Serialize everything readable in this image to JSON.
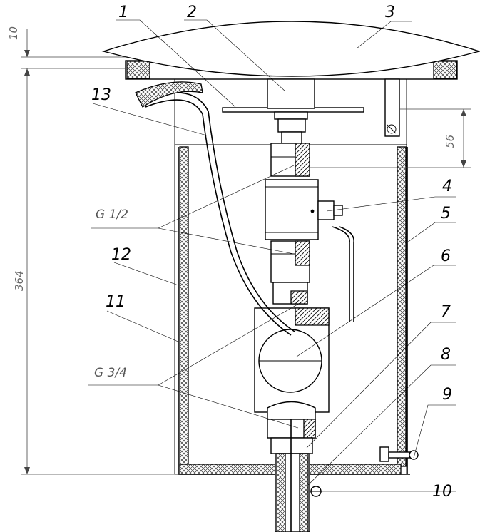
{
  "labels": {
    "n1": "1",
    "n2": "2",
    "n3": "3",
    "n4": "4",
    "n5": "5",
    "n6": "6",
    "n7": "7",
    "n8": "8",
    "n9": "9",
    "n10": "10",
    "n11": "11",
    "n12": "12",
    "n13": "13"
  },
  "threads": {
    "g_half": "G 1/2",
    "g_three_quarter": "G 3/4"
  },
  "dimensions": {
    "d10": "10",
    "d56": "56",
    "d364": "364"
  }
}
